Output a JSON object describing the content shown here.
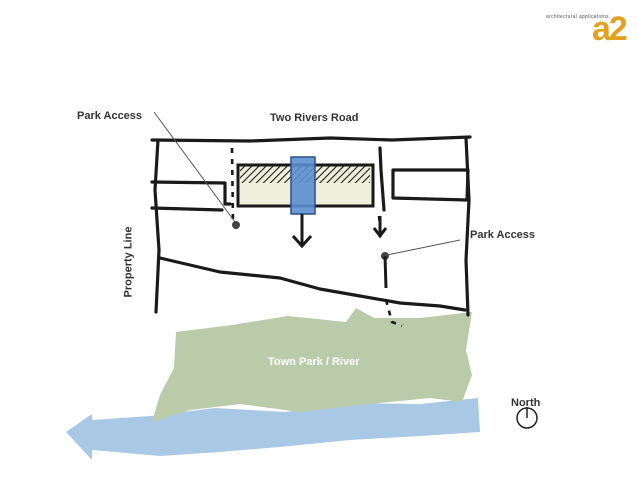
{
  "logo": {
    "tagline": "architectural applications",
    "mark": "a2"
  },
  "labels": {
    "park_access_left": "Park Access",
    "road": "Two Rivers Road",
    "park_access_right": "Park Access",
    "property_line": "Property Line",
    "town_park": "Town Park / River",
    "north": "North"
  },
  "colors": {
    "park_green": "#b9cba8",
    "river_blue": "#a9c8e6",
    "building_blue": "#5b8fd0",
    "building_fill": "#eef0dc",
    "sketch_line": "#1a1a1a"
  }
}
